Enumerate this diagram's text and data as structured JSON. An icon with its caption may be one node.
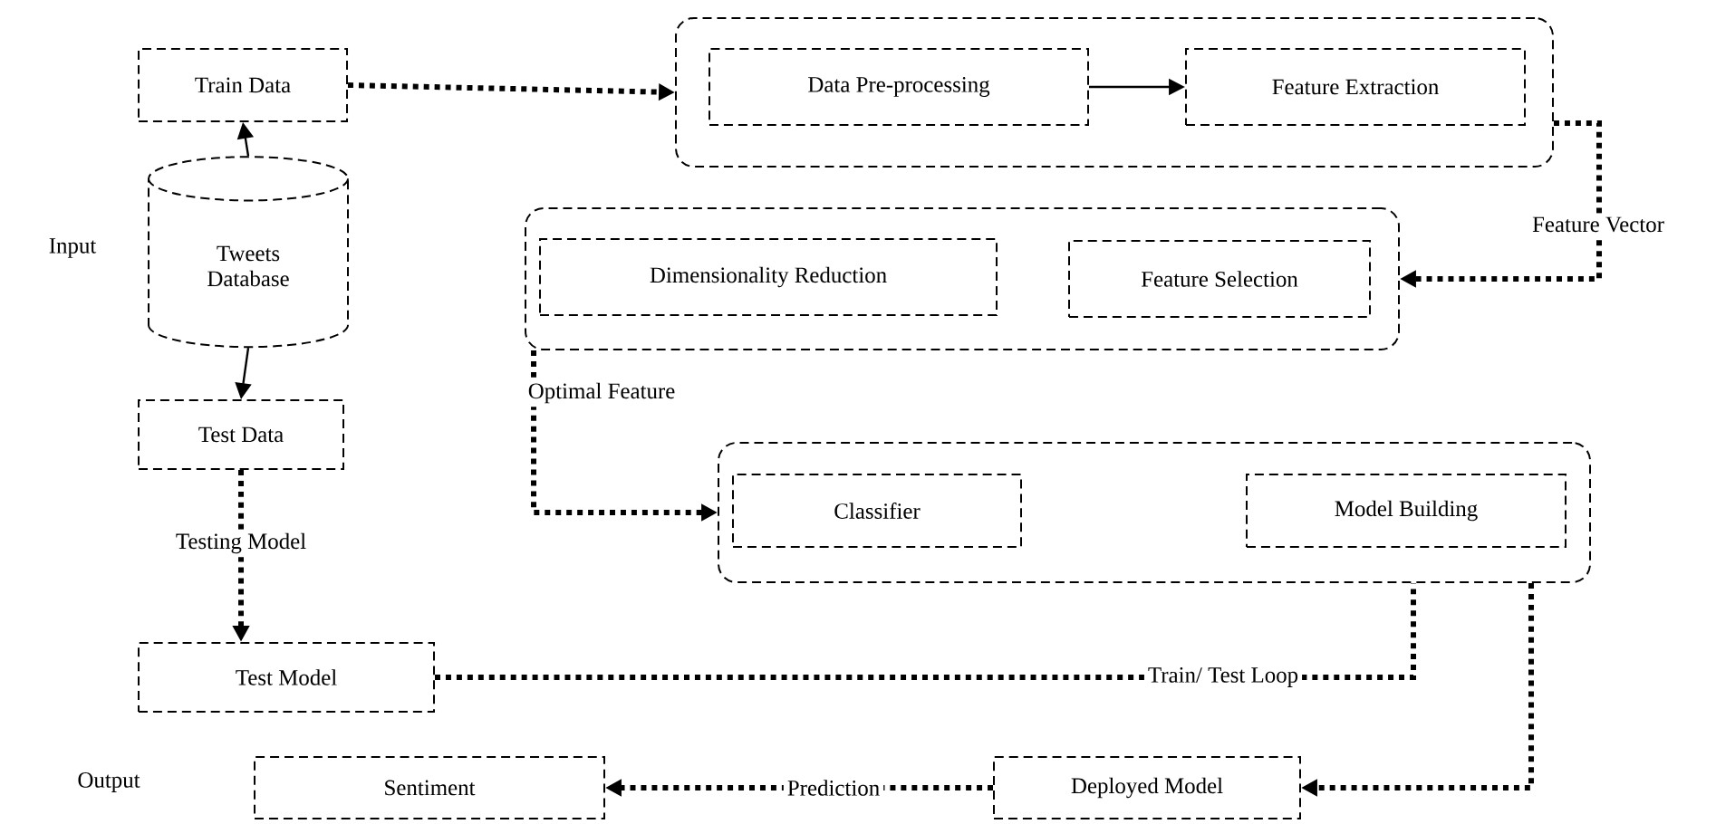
{
  "diagram": {
    "nodes": [
      {
        "text": [
          "Train Data"
        ]
      },
      {
        "text": [
          "Tweets Database"
        ]
      },
      {
        "text": [
          "Test Data"
        ]
      },
      {
        "text": [],
        "shape": "box"
      },
      {
        "text": [
          "Data Pre-processing"
        ],
        "in": 3
      },
      {
        "text": [
          "Feature Extraction"
        ],
        "in": 3
      },
      {
        "text": [],
        "shape": "box"
      },
      {
        "text": [
          "Dimensionality Reduction"
        ],
        "in": 6
      },
      {
        "text": [
          "Feature Selection"
        ],
        "in": 6
      },
      {
        "text": [],
        "shape": "box"
      },
      {
        "text": [
          "Classifier"
        ],
        "in": 9
      },
      {
        "text": [
          "Model Building"
        ],
        "in": 9
      },
      {
        "text": [
          "Test Model"
        ]
      },
      {
        "text": [
          "Sentiment"
        ]
      },
      {
        "text": [
          "Deployed Model"
        ]
      }
    ],
    "edges": [
      {
        "from": 1,
        "to": 0,
        "arrow": "to"
      },
      {
        "from": 1,
        "to": 2,
        "arrow": "to"
      },
      {
        "from": 0,
        "to": 3,
        "arrow": "to",
        "style": "dashed"
      },
      {
        "from": 4,
        "to": 5,
        "arrow": "to"
      },
      {
        "from": 3,
        "to": 6,
        "arrow": "to",
        "style": "dashed",
        "label": "Feature Vector"
      },
      {
        "from": 6,
        "to": 9,
        "arrow": "to",
        "style": "dashed",
        "label": "Optimal Feature"
      },
      {
        "from": 2,
        "to": 12,
        "arrow": "to",
        "style": "dashed",
        "label": "Testing Model"
      },
      {
        "from": 12,
        "to": 9,
        "arrow": "none",
        "style": "dashed",
        "label": "Train/ Test Loop"
      },
      {
        "from": 9,
        "to": 14,
        "arrow": "to",
        "style": "dashed"
      },
      {
        "from": 14,
        "to": 13,
        "arrow": "to",
        "style": "dashed",
        "label": "Prediction"
      }
    ],
    "labels": [
      "Input",
      "Output"
    ]
  }
}
